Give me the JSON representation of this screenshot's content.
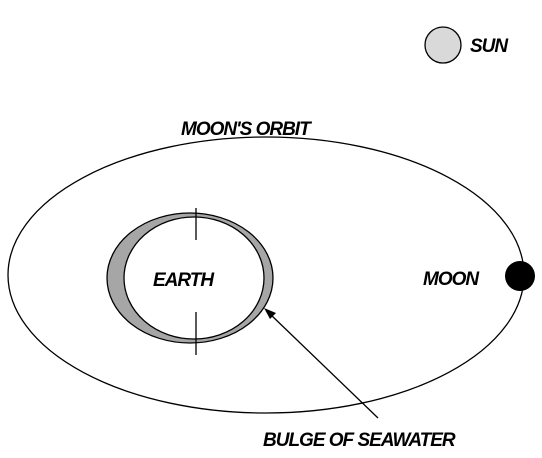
{
  "labels": {
    "sun": "SUN",
    "moons_orbit": "MOON'S ORBIT",
    "earth": "EARTH",
    "moon": "MOON",
    "bulge": "BULGE OF SEAWATER"
  },
  "colors": {
    "background": "#ffffff",
    "line": "#000000",
    "sun_fill": "#d9d9d9",
    "bulge_fill": "#a6a6a6",
    "earth_fill": "#ffffff",
    "moon_fill": "#000000"
  }
}
